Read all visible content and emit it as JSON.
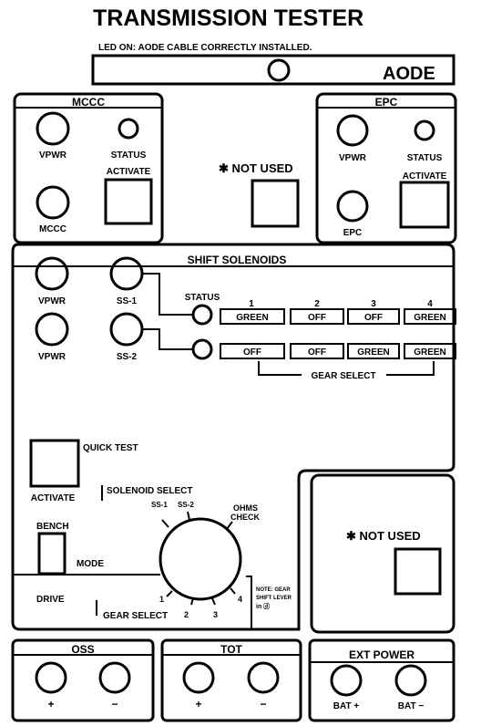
{
  "title": "TRANSMISSION TESTER",
  "aode": {
    "led_note": "LED ON: AODE CABLE CORRECTLY INSTALLED.",
    "label": "AODE"
  },
  "mccc": {
    "title": "MCCC",
    "vpwr": "VPWR",
    "status": "STATUS",
    "activate": "ACTIVATE",
    "mccc": "MCCC"
  },
  "epc": {
    "title": "EPC",
    "vpwr": "VPWR",
    "status": "STATUS",
    "activate": "ACTIVATE",
    "epc": "EPC"
  },
  "center_not_used": "✱ NOT USED",
  "shift": {
    "title": "SHIFT SOLENOIDS",
    "vpwr1": "VPWR",
    "ss1": "SS-1",
    "vpwr2": "VPWR",
    "ss2": "SS-2",
    "status": "STATUS",
    "gears": [
      "1",
      "2",
      "3",
      "4"
    ],
    "row1": [
      "GREEN",
      "OFF",
      "OFF",
      "GREEN"
    ],
    "row2": [
      "OFF",
      "OFF",
      "GREEN",
      "GREEN"
    ],
    "gear_select_caption": "GEAR SELECT",
    "quick_test": "QUICK TEST",
    "activate": "ACTIVATE",
    "solenoid_select": "SOLENOID SELECT",
    "ss1_pos": "SS-1",
    "ss2_pos": "SS-2",
    "ohms_check_1": "OHMS",
    "ohms_check_2": "CHECK",
    "bench": "BENCH",
    "mode": "MODE",
    "drive": "DRIVE",
    "gear_select_label": "GEAR SELECT",
    "gear_numbers": [
      "1",
      "2",
      "3",
      "4"
    ],
    "note_1": "NOTE: GEAR",
    "note_2": "SHIFT LEVER",
    "note_3": "in ⓓ"
  },
  "right_not_used": "✱ NOT USED",
  "oss": {
    "title": "OSS",
    "plus": "+",
    "minus": "−"
  },
  "tot": {
    "title": "TOT",
    "plus": "+",
    "minus": "−"
  },
  "ext_power": {
    "title": "EXT POWER",
    "bat_plus": "BAT +",
    "bat_minus": "BAT −"
  }
}
